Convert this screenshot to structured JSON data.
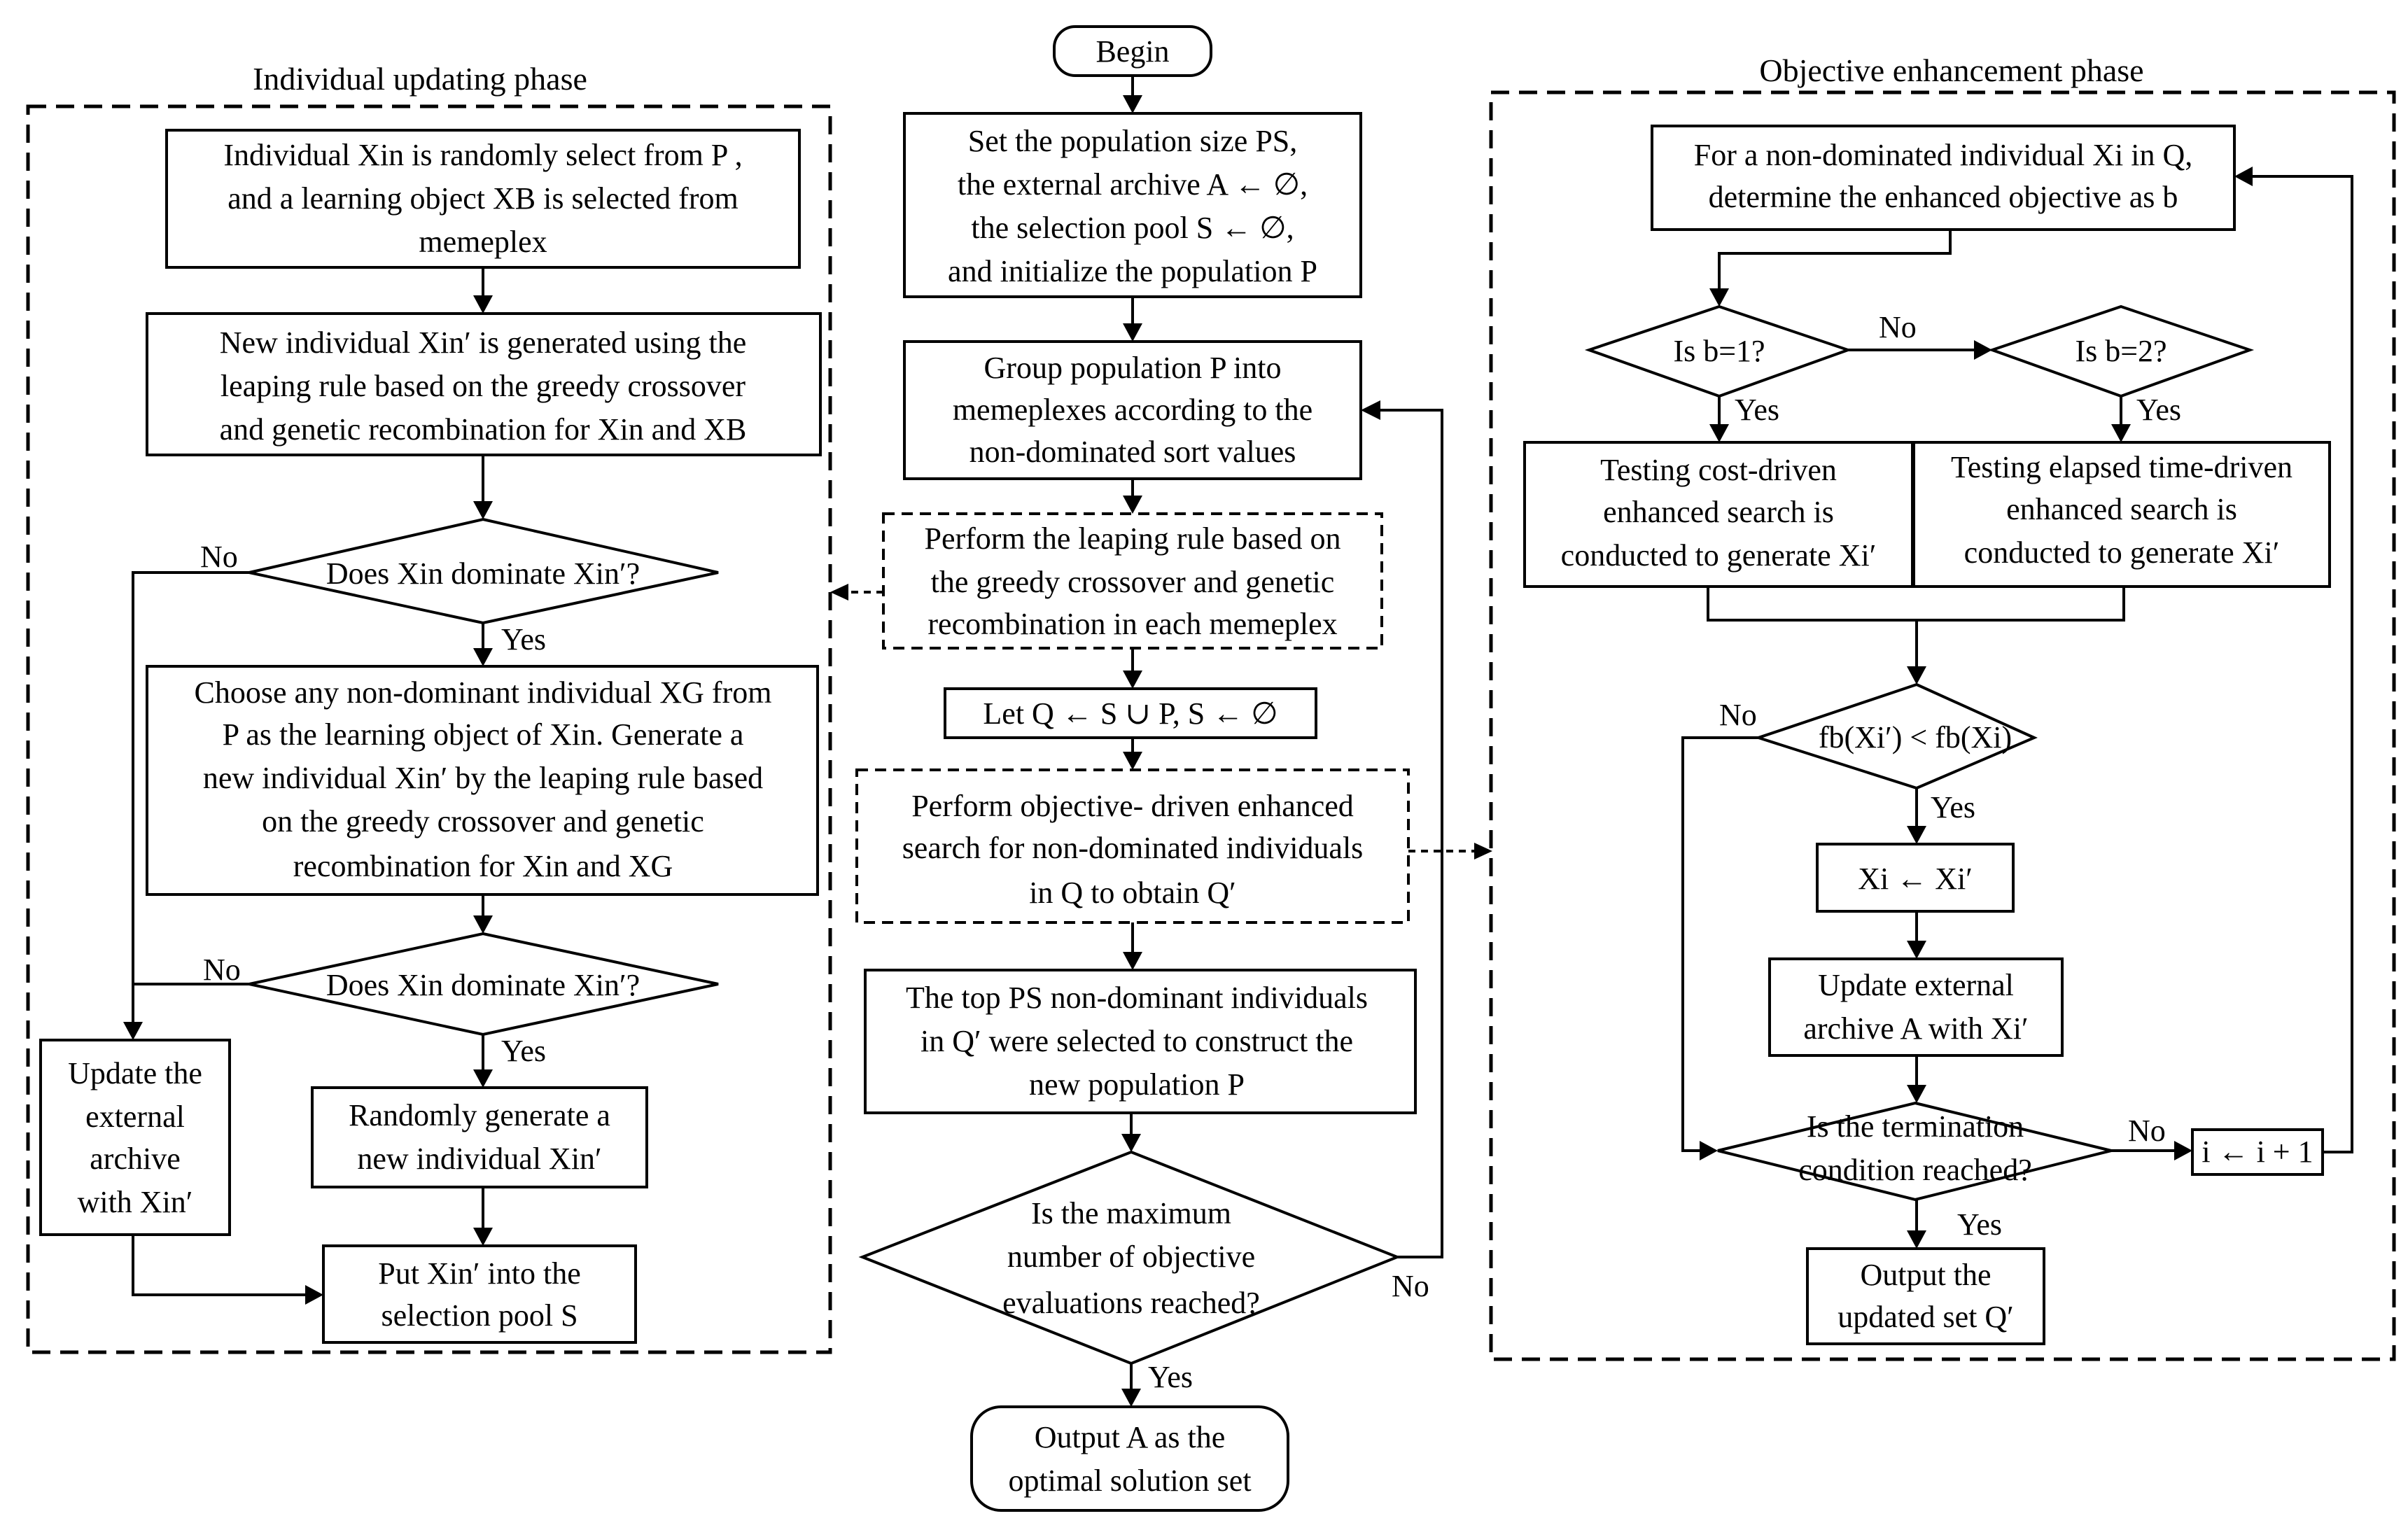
{
  "phases": {
    "left_title": "Individual updating phase",
    "right_title": "Objective enhancement phase"
  },
  "center": {
    "begin": "Begin",
    "init": [
      "Set the population size PS,",
      "the external archive A ← ∅,",
      "the selection pool S ← ∅,",
      "and initialize the population P"
    ],
    "group": [
      "Group population P into",
      "memeplexes according to the",
      "non-dominated sort values"
    ],
    "leap": [
      "Perform the leaping rule based on",
      "the greedy crossover and genetic",
      "recombination in each memeplex"
    ],
    "let": "Let Q ← S ∪ P,  S ← ∅",
    "objective": [
      "Perform objective- driven enhanced",
      "search for non-dominated individuals",
      "in Q to obtain Q′"
    ],
    "top": [
      "The top PS non-dominant individuals",
      "in Q′ were selected to construct the",
      "new population P"
    ],
    "decision": [
      "Is the maximum",
      "number of  objective",
      "evaluations reached?"
    ],
    "no": "No",
    "yes": "Yes",
    "output": [
      "Output A as the",
      "optimal solution set"
    ]
  },
  "left": {
    "select": [
      "Individual Xin is randomly select from P ,",
      "and a learning object XB is selected from",
      "memeplex"
    ],
    "new_ind": [
      "New individual Xin′ is generated using the",
      "leaping rule based on the greedy crossover",
      "and genetic recombination for Xin and XB"
    ],
    "dom1": "Does  Xin dominate Xin′?",
    "no1": "No",
    "yes1": "Yes",
    "choose": [
      "Choose any non-dominant individual XG from",
      "P as the learning object of Xin. Generate a",
      "new individual Xin′ by the leaping rule based",
      "on the greedy crossover and genetic",
      "recombination for Xin and XG"
    ],
    "dom2": "Does  Xin dominate Xin′?",
    "no2": "No",
    "yes2": "Yes",
    "update": [
      "Update the",
      "external",
      "archive",
      "with Xin′"
    ],
    "random": [
      "Randomly generate a",
      "new individual Xin′"
    ],
    "put": [
      "Put Xin′ into the",
      "selection pool S"
    ]
  },
  "right": {
    "for": [
      "For a non-dominated individual Xi in Q,",
      "determine the enhanced objective as b"
    ],
    "b1": "Is b=1?",
    "b2": "Is b=2?",
    "no_b": "No",
    "yes_b1": "Yes",
    "yes_b2": "Yes",
    "cost": [
      "Testing cost-driven",
      "enhanced search is",
      "conducted to generate Xi′"
    ],
    "time": [
      "Testing elapsed time-driven",
      "enhanced search is",
      "conducted to generate Xi′"
    ],
    "fcomp": "fb(Xi′) < fb(Xi)",
    "no_f": "No",
    "yes_f": "Yes",
    "assign": "Xi ← Xi′",
    "update": [
      "Update external",
      "archive A with Xi′"
    ],
    "term": [
      "Is the termination",
      "condition reached?"
    ],
    "no_t": "No",
    "yes_t": "Yes",
    "inc": "i ← i + 1",
    "output": [
      "Output the",
      "updated set Q′"
    ]
  }
}
